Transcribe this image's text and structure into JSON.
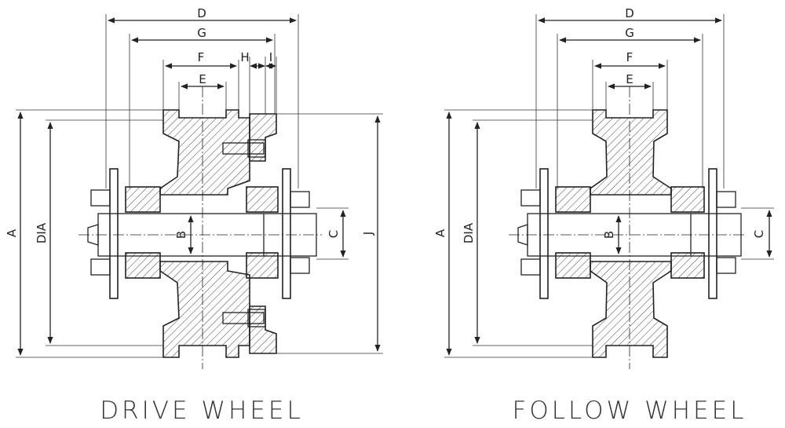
{
  "drawings": [
    {
      "id": "drive",
      "title": "DRIVE WHEEL",
      "dims": {
        "A": "A",
        "DIA": "DIA",
        "B": "B",
        "C": "C",
        "J": "J",
        "D": "D",
        "G": "G",
        "F": "F",
        "E": "E",
        "H": "H",
        "I": "I"
      }
    },
    {
      "id": "follow",
      "title": "FOLLOW WHEEL",
      "dims": {
        "A": "A",
        "DIA": "DIA",
        "B": "B",
        "C": "C",
        "D": "D",
        "G": "G",
        "F": "F",
        "E": "E"
      }
    }
  ],
  "colors": {
    "line": "#222222",
    "background": "#ffffff"
  }
}
